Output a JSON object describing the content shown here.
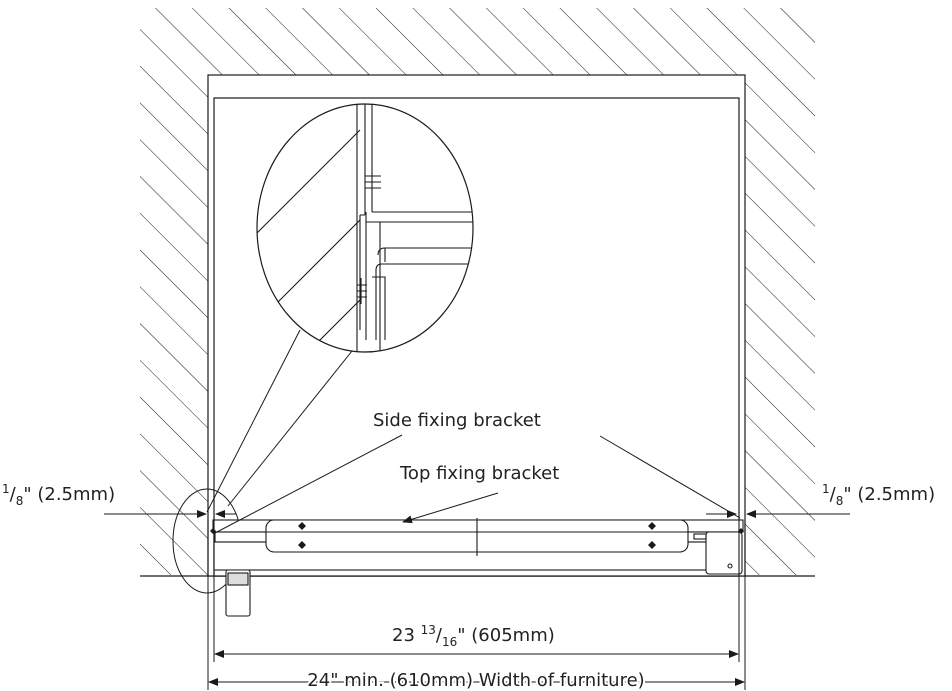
{
  "labels": {
    "side_bracket": "Side fixing bracket",
    "top_bracket": "Top fixing bracket",
    "gap_left": {
      "num": "1",
      "den": "8",
      "tail": "\" (2.5mm)"
    },
    "gap_right": {
      "num": "1",
      "den": "8",
      "tail": "\" (2.5mm)"
    },
    "inner_width": {
      "whole": "23 ",
      "num": "13",
      "den": "16",
      "tail": "\" (605mm)"
    },
    "outer_width": "24\" min. (610mm) Width of furniture)"
  },
  "colors": {
    "line": "#1a1a1a",
    "text": "#222222",
    "background": "#ffffff"
  }
}
